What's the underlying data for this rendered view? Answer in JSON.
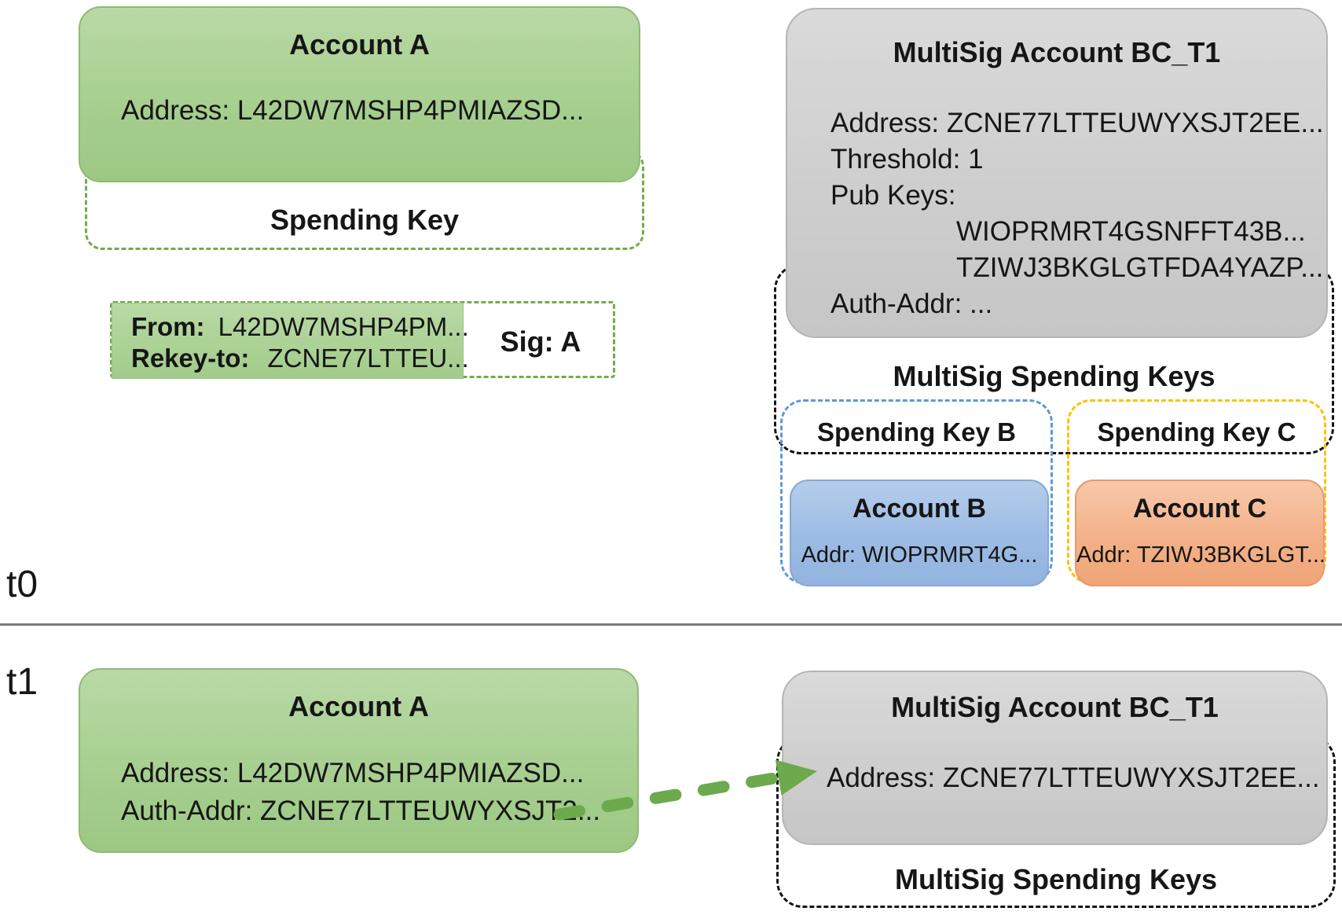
{
  "t0": {
    "label": "t0",
    "account_a": {
      "title": "Account A",
      "address": "Address: L42DW7MSHP4PMIAZSD...",
      "spending_key_label": "Spending Key"
    },
    "rekey_txn": {
      "from_label": "From:",
      "from_value": "L42DW7MSHP4PM...",
      "rekey_label": "Rekey-to:",
      "rekey_value": "ZCNE77LTTEU...",
      "sig": "Sig: A"
    },
    "multisig": {
      "title": "MultiSig Account BC_T1",
      "address": "Address: ZCNE77LTTEUWYXSJT2EE...",
      "threshold": "Threshold: 1",
      "pub_keys_label": "Pub Keys:",
      "pub_key_1": "WIOPRMRT4GSNFFT43B...",
      "pub_key_2": "TZIWJ3BKGLGTFDA4YAZP...",
      "auth_addr": "Auth-Addr: ...",
      "spending_keys_label": "MultiSig Spending Keys"
    },
    "spending_key_b": {
      "label": "Spending Key B"
    },
    "spending_key_c": {
      "label": "Spending Key C"
    },
    "account_b": {
      "title": "Account B",
      "addr": "Addr: WIOPRMRT4G..."
    },
    "account_c": {
      "title": "Account C",
      "addr": "Addr: TZIWJ3BKGLGT..."
    }
  },
  "t1": {
    "label": "t1",
    "account_a": {
      "title": "Account A",
      "address": "Address: L42DW7MSHP4PMIAZSD...",
      "auth_addr": "Auth-Addr: ZCNE77LTTEUWYXSJT2..."
    },
    "multisig": {
      "title": "MultiSig Account BC_T1",
      "address": "Address: ZCNE77LTTEUWYXSJT2EE...",
      "spending_keys_label": "MultiSig Spending Keys"
    }
  },
  "colors": {
    "green_fill": "#a7cf90",
    "green_dash": "#70ad47",
    "gray_fill": "#cecece",
    "blue_fill": "#9cbbe4",
    "blue_dash": "#5b9bd5",
    "orange_fill": "#f3b189",
    "yellow_dash": "#ffc000",
    "black_dash": "#141414",
    "arrow_green": "#6caa4d",
    "divider_gray": "#7a7a7a"
  }
}
